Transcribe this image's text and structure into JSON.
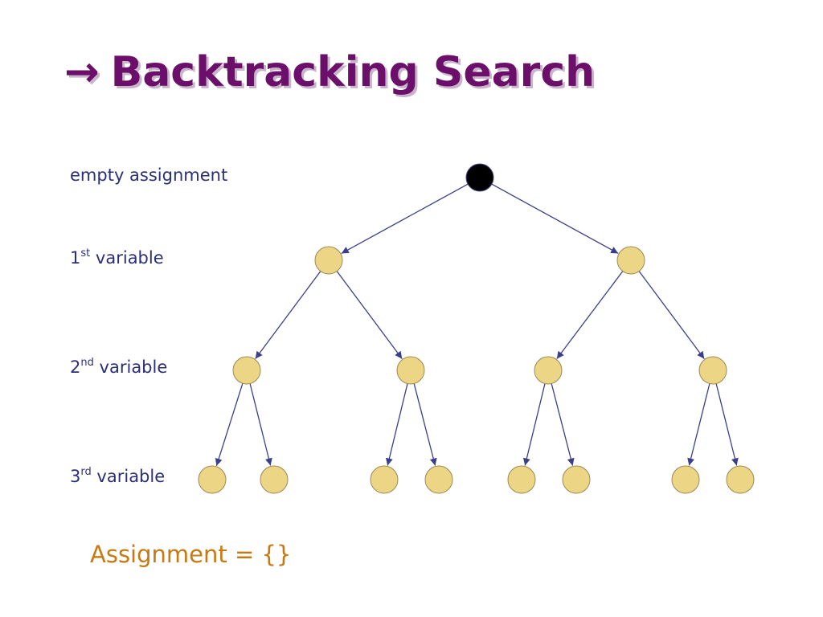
{
  "slide": {
    "title_arrow": "→",
    "title": "Backtracking Search",
    "levels": [
      {
        "base": "empty assignment",
        "sup": "",
        "rest": ""
      },
      {
        "base": "1",
        "sup": "st",
        "rest": " variable"
      },
      {
        "base": "2",
        "sup": "nd",
        "rest": " variable"
      },
      {
        "base": "3",
        "sup": "rd",
        "rest": " variable"
      }
    ],
    "assignment": "Assignment = {}",
    "colors": {
      "title": "#6b0f6b",
      "label": "#2b2f78",
      "edge": "#3b3f88",
      "root_fill": "#000000",
      "node_fill": "#ecd685",
      "node_stroke": "#9a8a55",
      "assignment": "#c77a12"
    }
  }
}
